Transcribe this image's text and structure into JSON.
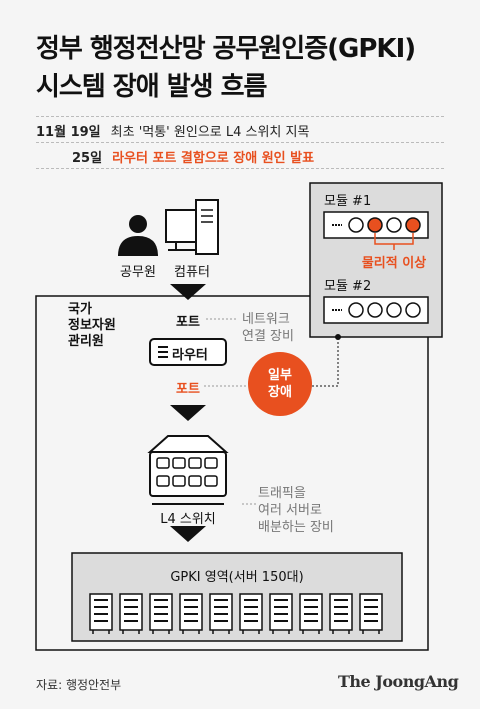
{
  "title": {
    "line1": "정부 행정전산망 공무원인증(GPKI)",
    "line2": "시스템 장애 발생 흐름"
  },
  "timeline": [
    {
      "date": "11월 19일",
      "text": "최초 '먹통' 원인으로 L4 스위치 지목"
    },
    {
      "date": "25일",
      "text": "라우터 포트 결함으로 장애 원인 발표"
    }
  ],
  "user": {
    "official": "공무원",
    "computer": "컴퓨터"
  },
  "institution": {
    "line1": "국가",
    "line2": "정보자원",
    "line3": "관리원"
  },
  "router": {
    "port_top": "포트",
    "label": "라우터",
    "port_bottom": "포트",
    "desc_line1": "네트워크",
    "desc_line2": "연결 장비"
  },
  "partial_fault": {
    "line1": "일부",
    "line2": "장애"
  },
  "modules": {
    "module1": "모듈 #1",
    "module2": "모듈 #2",
    "defect": "물리적 이상"
  },
  "l4": {
    "label": "L4 스위치",
    "desc_line1": "트래픽을",
    "desc_line2": "여러 서버로",
    "desc_line3": "배분하는 장비"
  },
  "gpki": {
    "label": "GPKI 영역(서버 150대)"
  },
  "footer": {
    "source": "자료: 행정안전부",
    "brand": "The JoongAng"
  },
  "colors": {
    "accent": "#e8501f",
    "dark": "#111111",
    "panel": "#dcdcdc",
    "grey_text": "#777777"
  }
}
